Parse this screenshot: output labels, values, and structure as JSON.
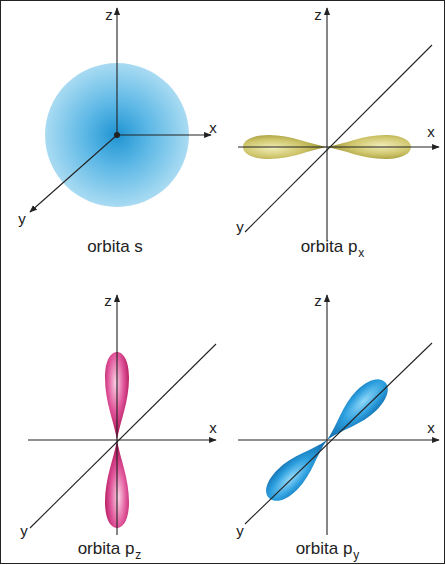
{
  "diagram": {
    "labels": [
      "z",
      "x",
      "y",
      "orbita s",
      "z",
      "x",
      "y",
      "orbita p",
      "x",
      "z",
      "x",
      "y",
      "orbita p",
      "z",
      "z",
      "x",
      "y",
      "orbita p",
      "y"
    ]
  }
}
